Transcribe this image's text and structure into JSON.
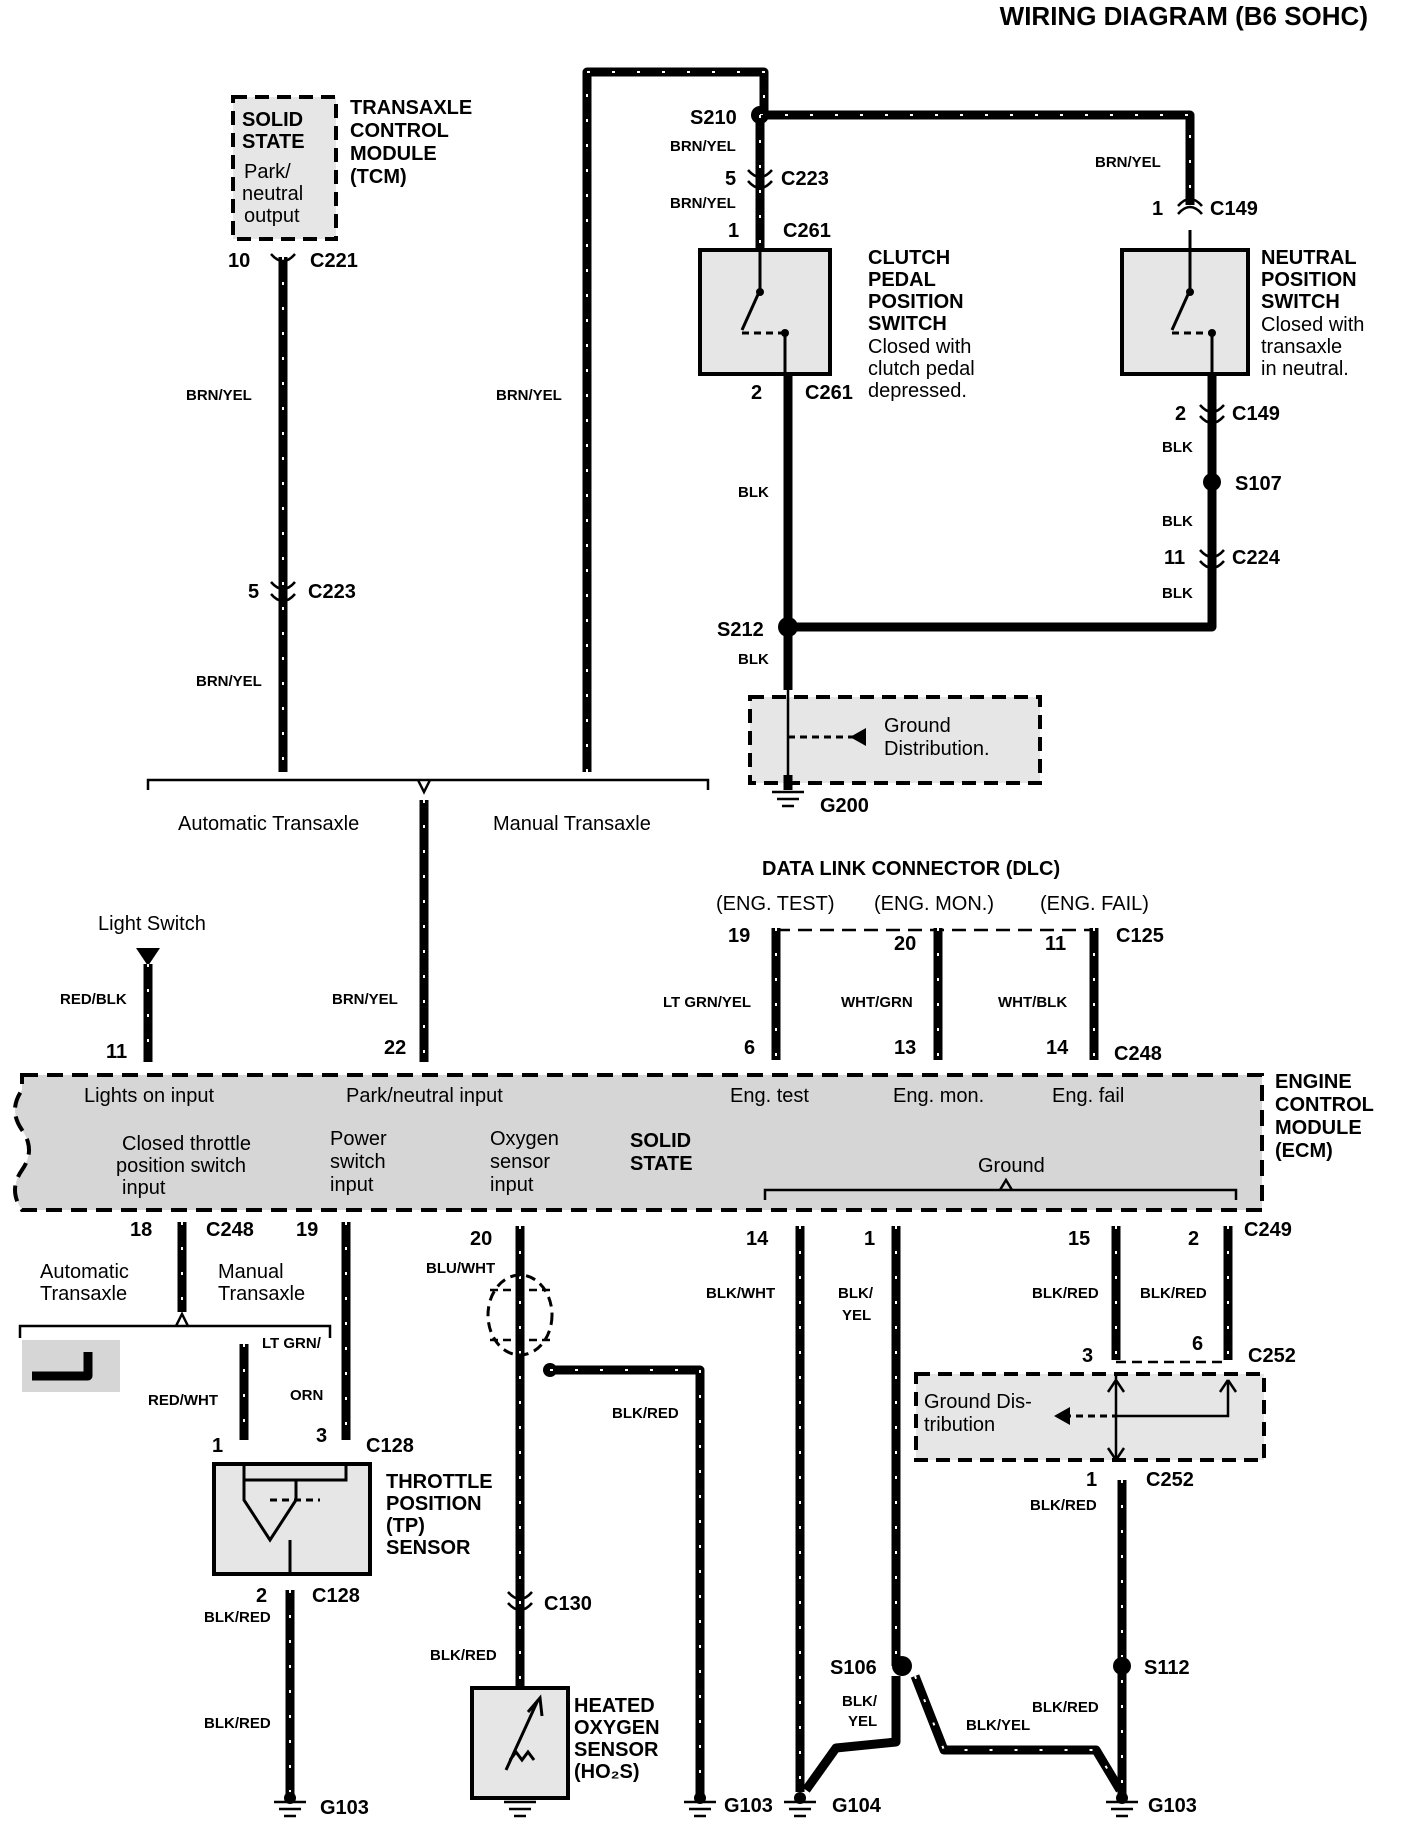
{
  "title": "WIRING DIAGRAM (B6 SOHC)",
  "tcm": {
    "inner": [
      "SOLID",
      "STATE",
      "Park/",
      "neutral",
      "output"
    ],
    "name": [
      "TRANSAXLE",
      "CONTROL",
      "MODULE",
      "(TCM)"
    ]
  },
  "clutch": {
    "name": [
      "CLUTCH",
      "PEDAL",
      "POSITION",
      "SWITCH"
    ],
    "note": [
      "Closed with",
      "clutch pedal",
      "depressed."
    ]
  },
  "neutral": {
    "name": [
      "NEUTRAL",
      "POSITION",
      "SWITCH"
    ],
    "note": [
      "Closed with",
      "transaxle",
      "in neutral."
    ]
  },
  "ground_dist_top": [
    "Ground",
    "Distribution."
  ],
  "ground_dist_right": [
    "Ground Dis-",
    "tribution"
  ],
  "transaxle_choice": {
    "auto": "Automatic Transaxle",
    "manual": "Manual Transaxle"
  },
  "transaxle_choice_small": {
    "auto": [
      "Automatic",
      "Transaxle"
    ],
    "manual": [
      "Manual",
      "Transaxle"
    ]
  },
  "dlc": {
    "title": "DATA LINK CONNECTOR (DLC)",
    "modes": [
      "(ENG. TEST)",
      "(ENG. MON.)",
      "(ENG. FAIL)"
    ]
  },
  "light_switch": "Light Switch",
  "ecm": {
    "name": [
      "ENGINE",
      "CONTROL",
      "MODULE",
      "(ECM)"
    ],
    "inputs_top": [
      "Lights on input",
      "Park/neutral input",
      "Eng. test",
      "Eng. mon.",
      "Eng. fail"
    ],
    "closed_throttle": [
      "Closed  throttle",
      "position switch",
      "input"
    ],
    "power_switch": [
      "Power",
      "switch",
      "input"
    ],
    "oxygen": [
      "Oxygen",
      "sensor",
      "input"
    ],
    "solid_state": [
      "SOLID",
      "STATE"
    ],
    "ground": "Ground"
  },
  "tp_sensor": [
    "THROTTLE",
    "POSITION",
    "(TP)",
    "SENSOR"
  ],
  "ho2s": [
    "HEATED",
    "OXYGEN",
    "SENSOR",
    "(HO₂S)"
  ],
  "connectors": {
    "C221": "C221",
    "C223": "C223",
    "C261": "C261",
    "C149": "C149",
    "C224": "C224",
    "C125": "C125",
    "C248": "C248",
    "C249": "C249",
    "C252": "C252",
    "C128": "C128",
    "C130": "C130"
  },
  "splices": {
    "S210": "S210",
    "S107": "S107",
    "S212": "S212",
    "S106": "S106",
    "S112": "S112"
  },
  "grounds": {
    "G200": "G200",
    "G103": "G103",
    "G104": "G104"
  },
  "pins": {
    "tcm10": "10",
    "tcm5": "5",
    "s210_5": "5",
    "c261_1": "1",
    "c261_2": "2",
    "c149_1": "1",
    "c149_2": "2",
    "c224_11": "11",
    "dlc19": "19",
    "dlc20": "20",
    "dlc11": "11",
    "ecm6": "6",
    "ecm13": "13",
    "ecm14": "14",
    "ecm11": "11",
    "ecm22": "22",
    "ecm18": "18",
    "ecm19": "19",
    "ecm20": "20",
    "ecm14b": "14",
    "ecm1": "1",
    "ecm15": "15",
    "ecm2": "2",
    "c252_3": "3",
    "c252_6": "6",
    "c252_1": "1",
    "c128_1": "1",
    "c128_3": "3",
    "c128_2": "2"
  },
  "wires": {
    "brn_yel": "BRN/YEL",
    "blk": "BLK",
    "red_blk": "RED/BLK",
    "lt_grn_yel": "LT GRN/YEL",
    "wht_grn": "WHT/GRN",
    "wht_blk": "WHT/BLK",
    "blu_wht": "BLU/WHT",
    "blk_wht": "BLK/WHT",
    "blk_yel": "BLK/",
    "yel": "YEL",
    "blk_yel_full": "BLK/YEL",
    "blk_red": "BLK/RED",
    "red_wht": "RED/WHT",
    "lt_grn": "LT GRN/",
    "orn": "ORN"
  }
}
